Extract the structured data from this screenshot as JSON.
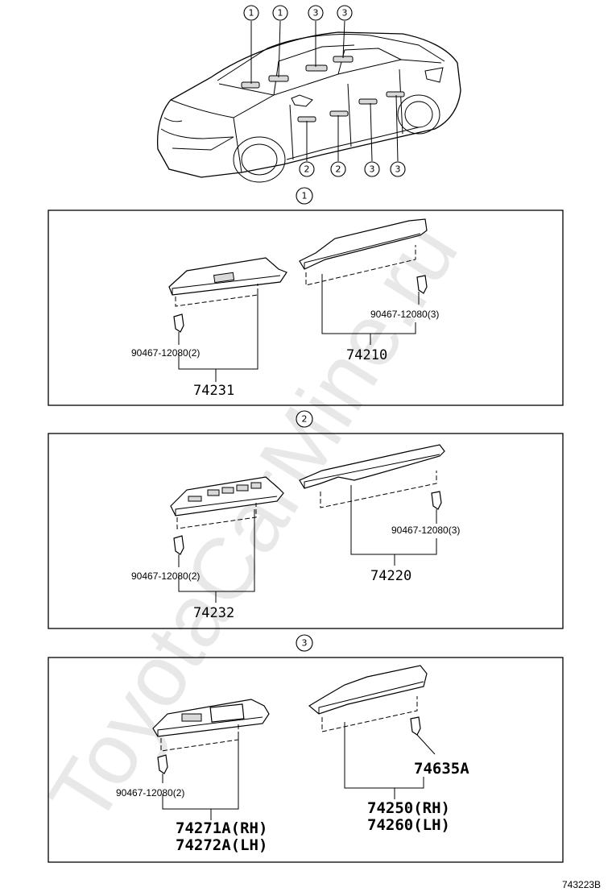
{
  "watermark": "ToyotaCarMine.ru",
  "diagram_code": "743223B",
  "overview": {
    "callouts": [
      "1",
      "1",
      "3",
      "3",
      "2",
      "2",
      "3",
      "3"
    ]
  },
  "sections": [
    {
      "marker": "1",
      "parts": [
        {
          "number": "90467-12080(2)"
        },
        {
          "number": "74231"
        },
        {
          "number": "90467-12080(3)"
        },
        {
          "number": "74210"
        }
      ]
    },
    {
      "marker": "2",
      "parts": [
        {
          "number": "90467-12080(2)"
        },
        {
          "number": "74232"
        },
        {
          "number": "90467-12080(3)"
        },
        {
          "number": "74220"
        }
      ]
    },
    {
      "marker": "3",
      "parts": [
        {
          "number": "90467-12080(2)"
        },
        {
          "number": "74271A(RH)"
        },
        {
          "number": "74272A(LH)"
        },
        {
          "number": "74635A"
        },
        {
          "number": "74250(RH)"
        },
        {
          "number": "74260(LH)"
        }
      ]
    }
  ]
}
